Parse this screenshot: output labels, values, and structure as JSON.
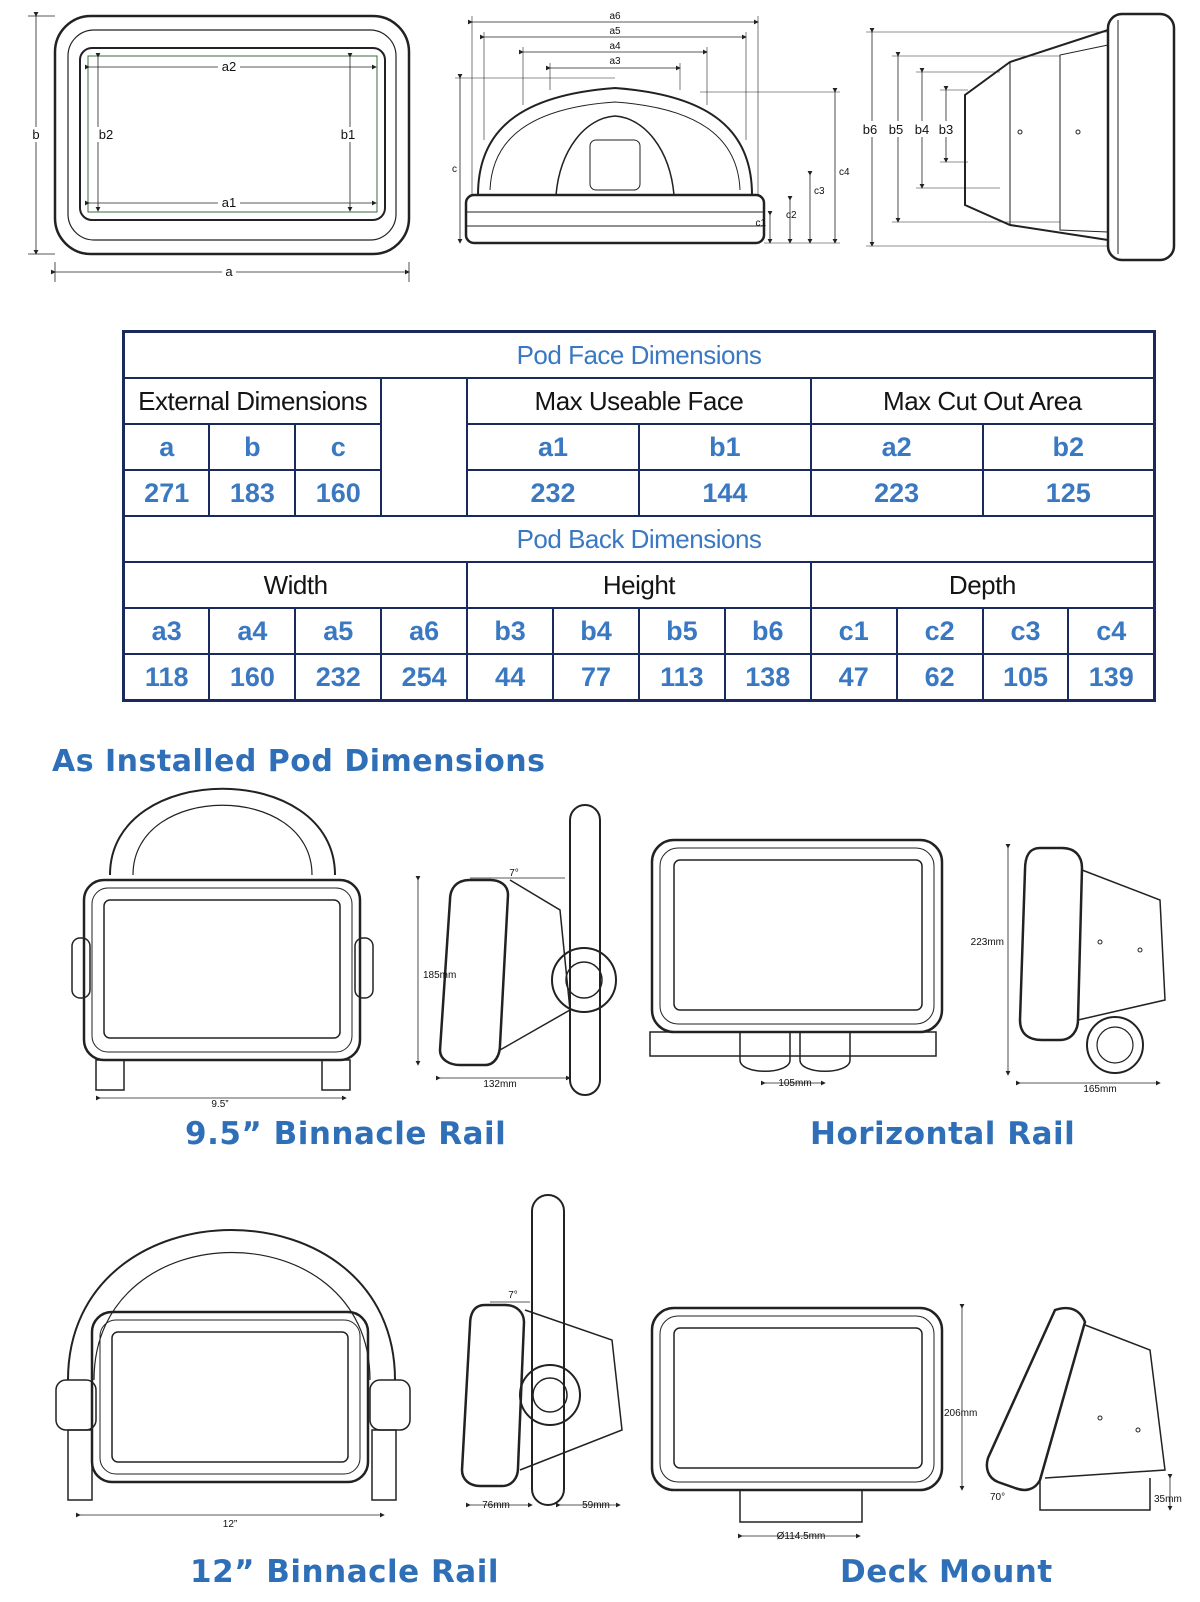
{
  "top_views": {
    "front": {
      "a": "a",
      "b": "b",
      "a1": "a1",
      "a2": "a2",
      "b1": "b1",
      "b2": "b2"
    },
    "top": {
      "a3": "a3",
      "a4": "a4",
      "a5": "a5",
      "a6": "a6",
      "c": "c",
      "c1": "c1",
      "c2": "c2",
      "c3": "c3",
      "c4": "c4"
    },
    "side": {
      "b3": "b3",
      "b4": "b4",
      "b5": "b5",
      "b6": "b6"
    }
  },
  "table": {
    "face_title": "Pod Face Dimensions",
    "external_label": "External Dimensions",
    "max_useable_label": "Max Useable Face",
    "max_cutout_label": "Max Cut Out Area",
    "face_keys": {
      "a": "a",
      "b": "b",
      "c": "c",
      "a1": "a1",
      "b1": "b1",
      "a2": "a2",
      "b2": "b2"
    },
    "face_values": {
      "a": "271",
      "b": "183",
      "c": "160",
      "a1": "232",
      "b1": "144",
      "a2": "223",
      "b2": "125"
    },
    "back_title": "Pod Back Dimensions",
    "width_label": "Width",
    "height_label": "Height",
    "depth_label": "Depth",
    "back_keys": [
      "a3",
      "a4",
      "a5",
      "a6",
      "b3",
      "b4",
      "b5",
      "b6",
      "c1",
      "c2",
      "c3",
      "c4"
    ],
    "back_values": [
      "118",
      "160",
      "232",
      "254",
      "44",
      "77",
      "113",
      "138",
      "47",
      "62",
      "105",
      "139"
    ]
  },
  "installed": {
    "heading": "As Installed Pod Dimensions",
    "binnacle_95": {
      "label": "9.5” Binnacle Rail",
      "width": "9.5”",
      "angle": "7°",
      "height": "185mm",
      "depth": "132mm"
    },
    "horizontal": {
      "label": "Horizontal Rail",
      "spacing": "105mm",
      "height": "223mm",
      "depth": "165mm"
    },
    "binnacle_12": {
      "label": "12” Binnacle Rail",
      "width": "12”",
      "angle": "7°",
      "d1": "76mm",
      "d2": "59mm"
    },
    "deck": {
      "label": "Deck Mount",
      "diameter": "Ø114.5mm",
      "height": "206mm",
      "angle": "70°",
      "base": "35mm"
    }
  }
}
